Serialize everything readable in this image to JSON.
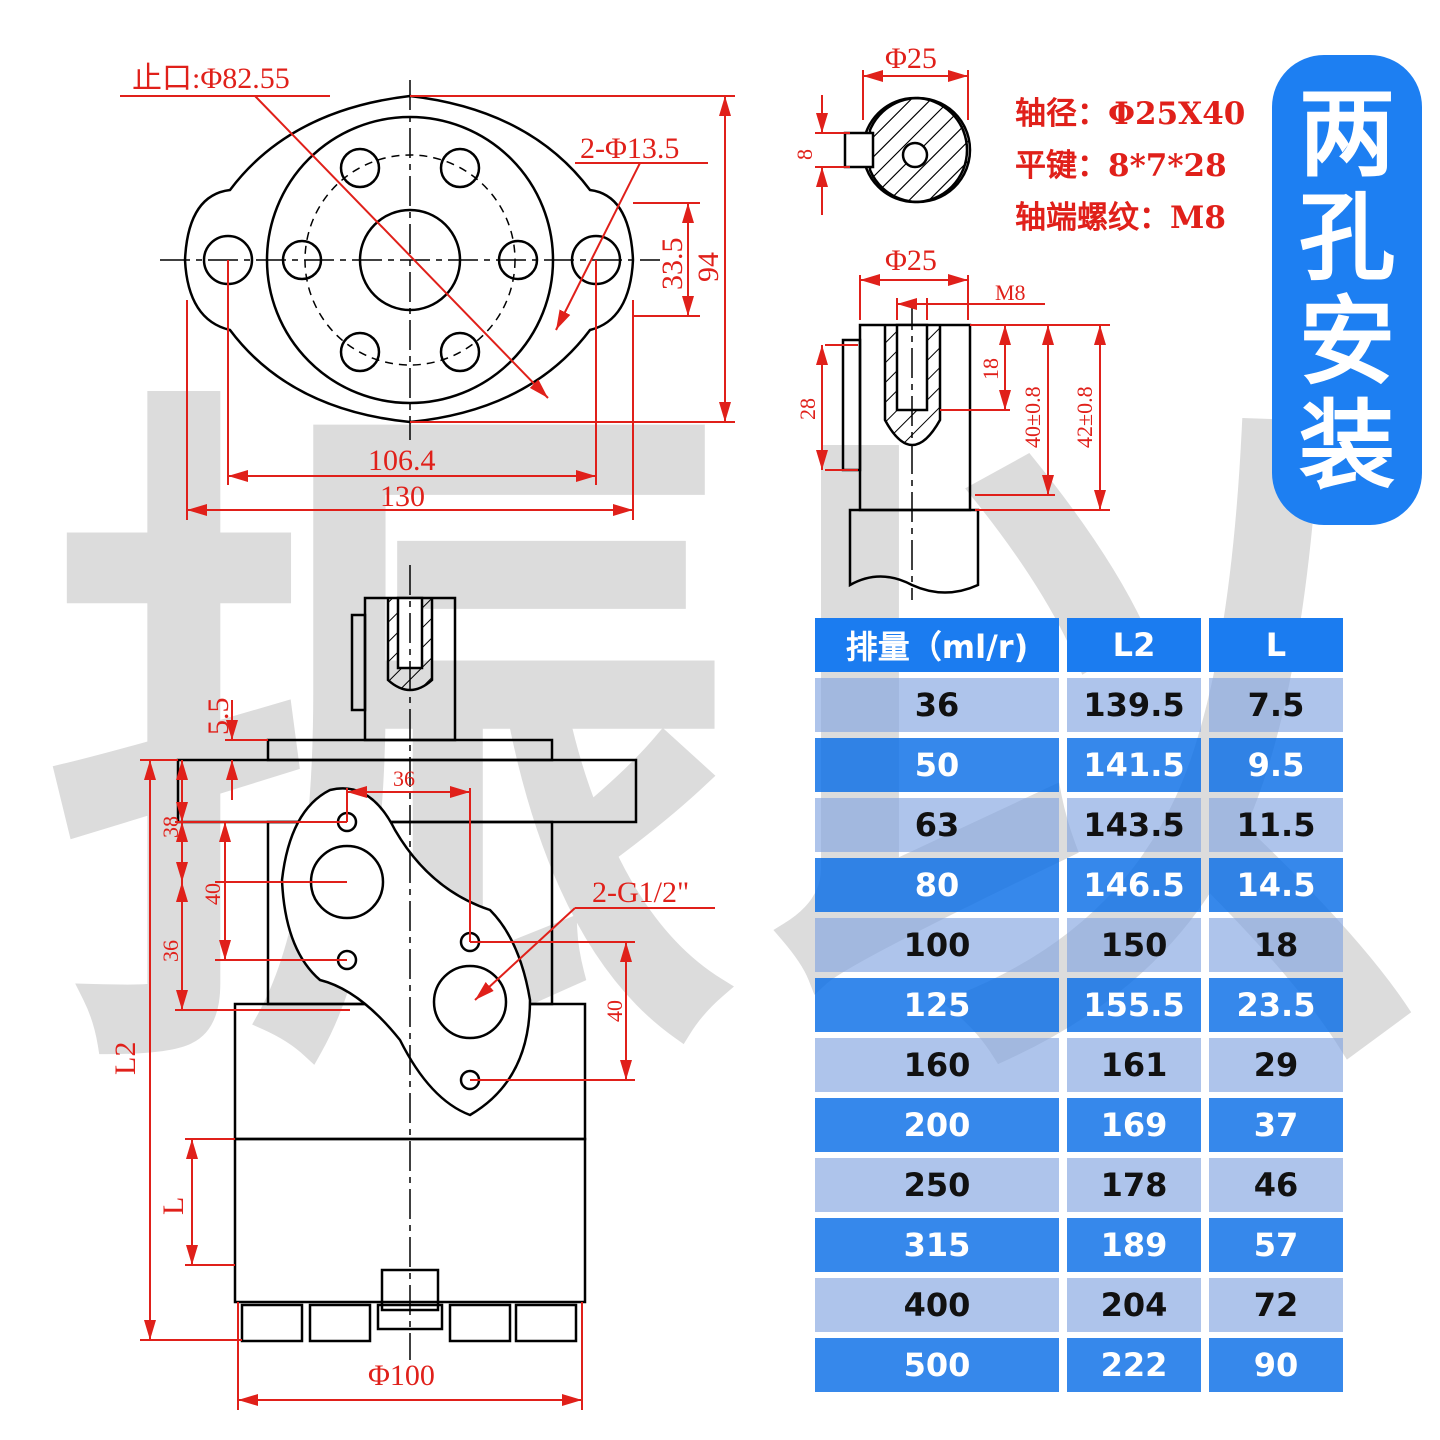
{
  "watermark": {
    "char1": "振",
    "char2": "以",
    "color": "#d9d9d9"
  },
  "top_view": {
    "spigot_label": "止口:Φ82.55",
    "holes_label": "2-Φ13.5",
    "dim_33_5": "33.5",
    "dim_94": "94",
    "dim_106_4": "106.4",
    "dim_130": "130"
  },
  "shaft_section": {
    "dia_label": "Φ25",
    "key_label": "8"
  },
  "shaft_side": {
    "dia_label": "Φ25",
    "thread_label": "M8",
    "dim_28": "28",
    "dim_18": "18",
    "dim_40": "40±0.8",
    "dim_42": "42±0.8"
  },
  "specs": {
    "shaft": "轴径：Φ25X40",
    "key": "平键：8*7*28",
    "thread": "轴端螺纹：M8"
  },
  "badge": {
    "chars": [
      "两",
      "孔",
      "安",
      "装"
    ],
    "color": "#1d7ff2"
  },
  "front_view": {
    "dim_5_5": "5.5",
    "dim_36_top": "36",
    "dim_38": "38",
    "dim_40_left": "40",
    "dim_36_left": "36",
    "port_label": "2-G1/2\"",
    "dim_40_right": "40",
    "L2_label": "L2",
    "L_label": "L",
    "dia_label": "Φ100"
  },
  "table": {
    "headers": [
      "排量（ml/r)",
      "L2",
      "L"
    ],
    "rows": [
      [
        "36",
        "139.5",
        "7.5"
      ],
      [
        "50",
        "141.5",
        "9.5"
      ],
      [
        "63",
        "143.5",
        "11.5"
      ],
      [
        "80",
        "146.5",
        "14.5"
      ],
      [
        "100",
        "150",
        "18"
      ],
      [
        "125",
        "155.5",
        "23.5"
      ],
      [
        "160",
        "161",
        "29"
      ],
      [
        "200",
        "169",
        "37"
      ],
      [
        "250",
        "178",
        "46"
      ],
      [
        "315",
        "189",
        "57"
      ],
      [
        "400",
        "204",
        "72"
      ],
      [
        "500",
        "222",
        "90"
      ]
    ]
  },
  "colors": {
    "dimension": "#e0201a",
    "outline": "#000000",
    "table_blue": "#1b7cf0"
  }
}
